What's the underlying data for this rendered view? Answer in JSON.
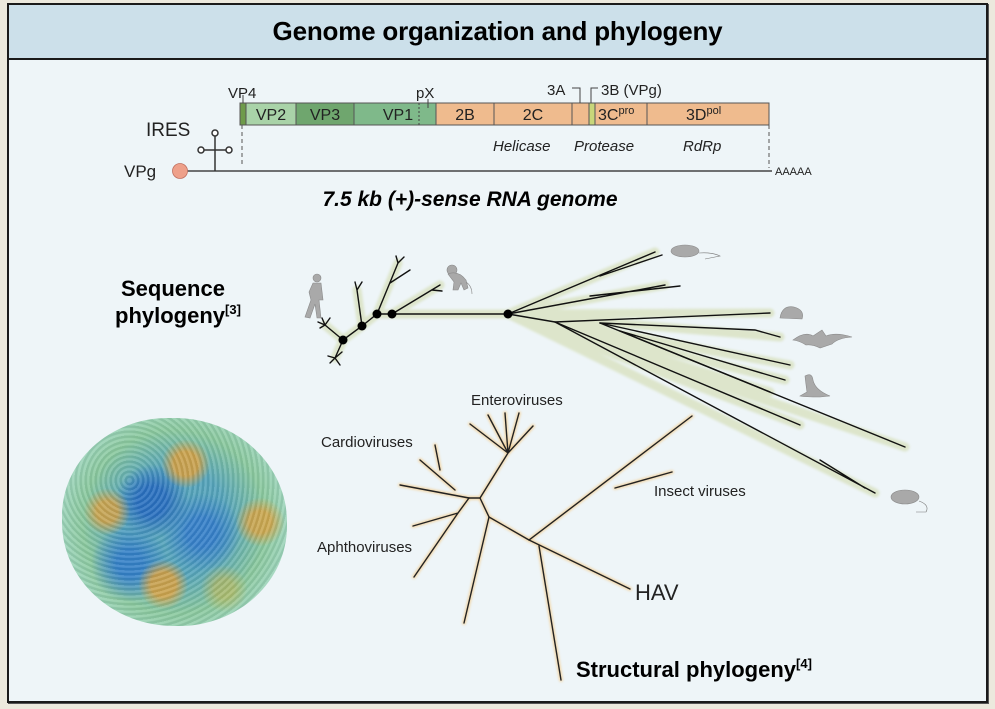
{
  "title": "Genome organization and phylogeny",
  "genome": {
    "left_labels": {
      "vpg": "VPg",
      "ires": "IRES"
    },
    "top_labels": {
      "vp4": "VP4",
      "px": "pX",
      "a3": "3A",
      "b3": "3B (VPg)"
    },
    "segments": [
      {
        "name": "VP2",
        "color": "#a9d3a8"
      },
      {
        "name": "VP3",
        "color": "#6fa66e"
      },
      {
        "name": "VP1",
        "color": "#7fb98a"
      },
      {
        "name": "2B",
        "color": "#efbb8e"
      },
      {
        "name": "2C",
        "color": "#efbb8e"
      },
      {
        "name": "3C",
        "sup": "pro",
        "color": "#efbb8e"
      },
      {
        "name": "3D",
        "sup": "pol",
        "color": "#efbb8e"
      }
    ],
    "function_labels": {
      "helicase": "Helicase",
      "protease": "Protease",
      "rdrp": "RdRp"
    },
    "polya": "AAAAA",
    "caption": "7.5 kb (+)-sense RNA genome",
    "colors": {
      "vp4": "#6e9b4a",
      "vpg_3b": "#c8d67a",
      "vpg_dot": "#eea08a",
      "structural": "#7fb98a",
      "nonstructural": "#efbb8e"
    }
  },
  "sequence_phylogeny": {
    "label_line1": "Sequence",
    "label_line2": "phylogeny",
    "ref": "[3]",
    "hosts": [
      "human-icon",
      "monkey-icon",
      "rat-icon",
      "hedgehog-icon",
      "bat-icon",
      "seal-icon",
      "shrew-icon"
    ],
    "halo_color": "#dfe6cf"
  },
  "structural_phylogeny": {
    "label": "Structural phylogeny",
    "ref": "[4]",
    "clades": {
      "entero": "Enteroviruses",
      "cardio": "Cardioviruses",
      "aphtho": "Aphthoviruses",
      "insect": "Insect viruses",
      "hav": "HAV"
    },
    "halo_color": "#f4c57a"
  }
}
